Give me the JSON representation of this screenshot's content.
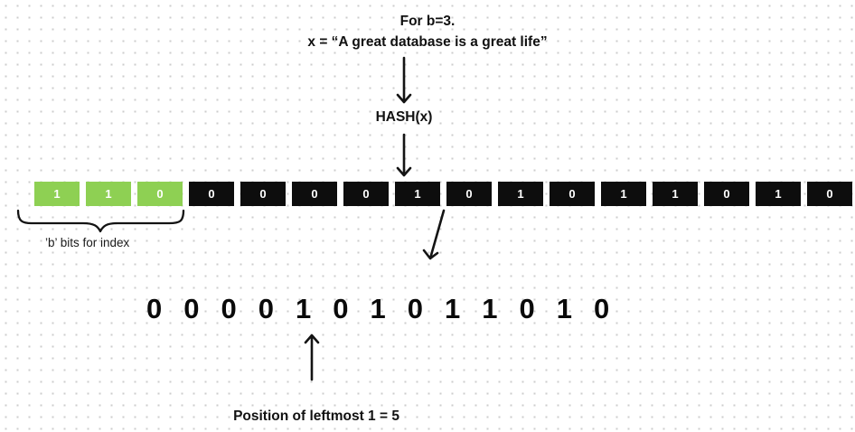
{
  "title": {
    "line1": "For b=3.",
    "line2": "x = “A great database is a great life”"
  },
  "hash_label": "HASH(x)",
  "bit_array": {
    "cells": [
      {
        "value": "1",
        "green": true
      },
      {
        "value": "1",
        "green": true
      },
      {
        "value": "0",
        "green": true
      },
      {
        "value": "0",
        "green": false
      },
      {
        "value": "0",
        "green": false
      },
      {
        "value": "0",
        "green": false
      },
      {
        "value": "0",
        "green": false
      },
      {
        "value": "1",
        "green": false
      },
      {
        "value": "0",
        "green": false
      },
      {
        "value": "1",
        "green": false
      },
      {
        "value": "0",
        "green": false
      },
      {
        "value": "1",
        "green": false
      },
      {
        "value": "1",
        "green": false
      },
      {
        "value": "0",
        "green": false
      },
      {
        "value": "1",
        "green": false
      },
      {
        "value": "0",
        "green": false
      }
    ]
  },
  "brace_label": "’b’ bits for index",
  "remaining_bits": [
    "0",
    "0",
    "0",
    "0",
    "1",
    "0",
    "1",
    "0",
    "1",
    "1",
    "0",
    "1",
    "0"
  ],
  "bottom_label": "Position of leftmost 1 = 5",
  "colors": {
    "green_fill": "#8ed053",
    "black_fill": "#0d0d0d"
  }
}
